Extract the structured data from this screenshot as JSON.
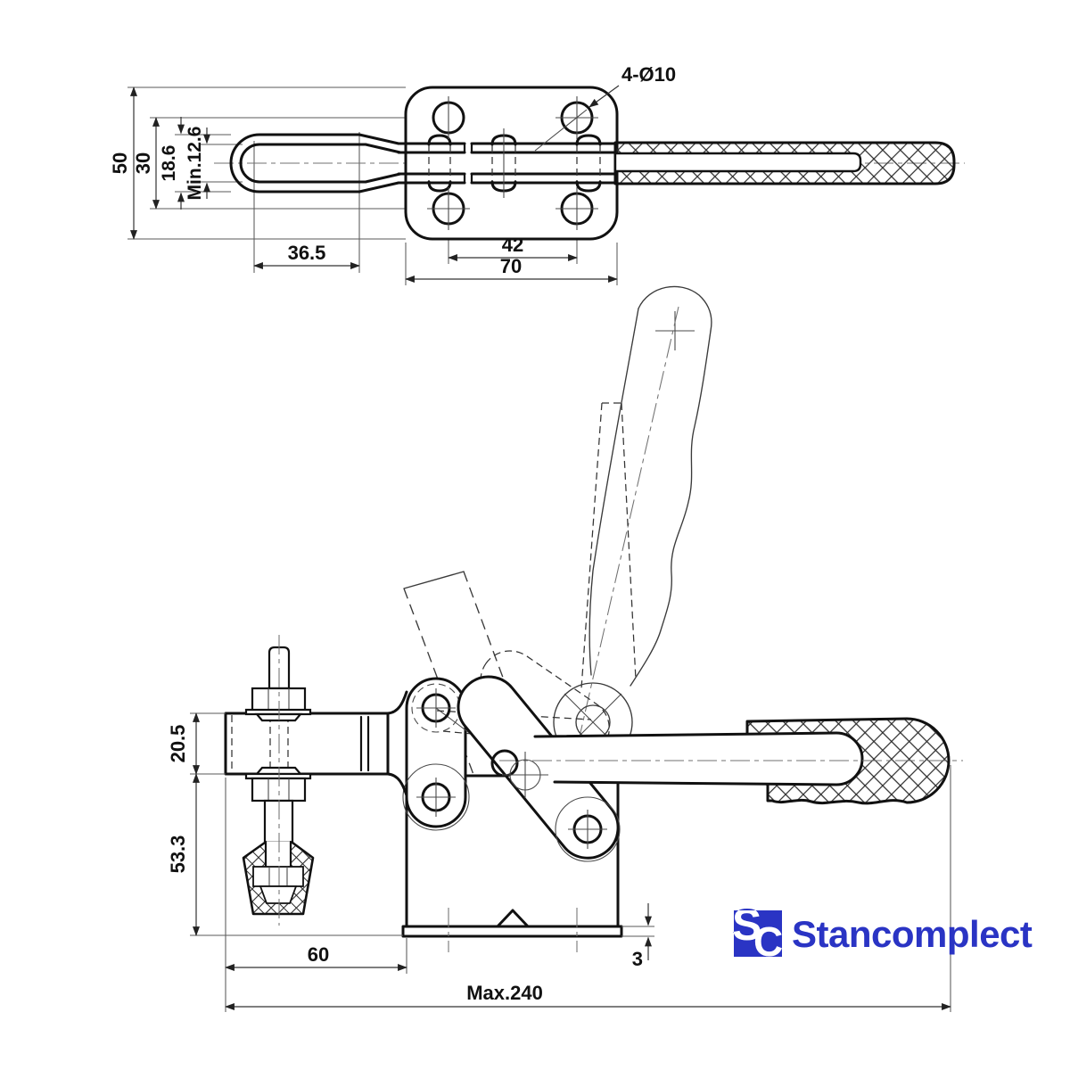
{
  "dims": {
    "t50": "50",
    "t30": "30",
    "t186": "18.6",
    "tmin": "Min.12.6",
    "t365": "36.5",
    "t42": "42",
    "t70": "70",
    "tholes": "4-Ø10",
    "s205": "20.5",
    "s533": "53.3",
    "s60": "60",
    "s3": "3",
    "smax": "Max.240"
  },
  "logo": {
    "brand": "Stancomplect",
    "s": "S",
    "c": "C",
    "color": "#2a34c4"
  }
}
